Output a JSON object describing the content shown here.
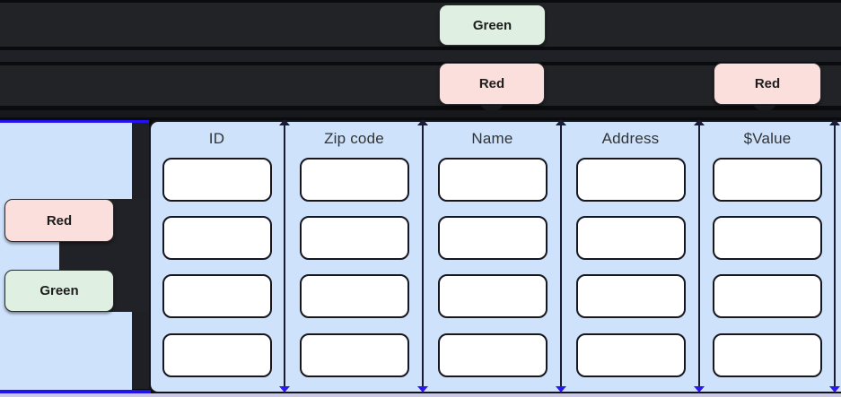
{
  "diagram": {
    "top_badges": {
      "green": {
        "label": "Green"
      },
      "red_left": {
        "label": "Red"
      },
      "red_right": {
        "label": "Red"
      }
    },
    "side_panel_badges": {
      "red": {
        "label": "Red"
      },
      "green": {
        "label": "Green"
      }
    },
    "table": {
      "columns": [
        {
          "label": "ID"
        },
        {
          "label": "Zip code"
        },
        {
          "label": "Name"
        },
        {
          "label": "Address"
        },
        {
          "label": "$Value"
        }
      ],
      "rows_per_column": 4
    },
    "colors": {
      "green_badge_bg": "#dff0e3",
      "red_badge_bg": "#fbdfdd",
      "table_bg": "#cfe2fc",
      "dark_lane": "#212327",
      "accent_blue": "#2212ef",
      "lavender_strip": "#cac7e7"
    }
  }
}
